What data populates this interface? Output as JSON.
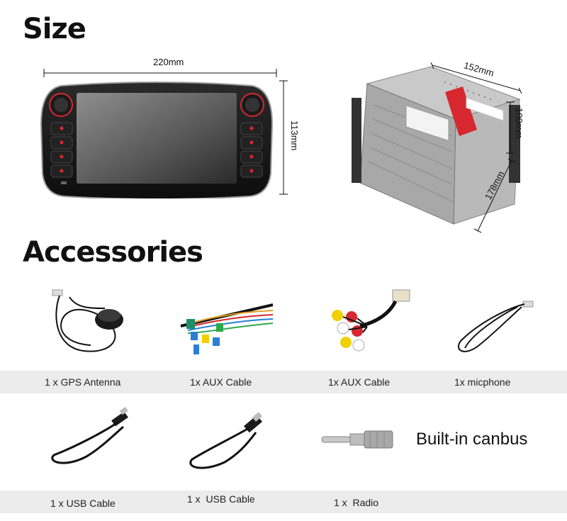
{
  "headings": {
    "size": "Size",
    "accessories": "Accessories"
  },
  "dimensions": {
    "width": "220mm",
    "height": "113mm",
    "depth": "152mm",
    "height_rear": "100mm",
    "length_rear": "178mm"
  },
  "accessories": [
    {
      "label": "1 x GPS Antenna",
      "icon": "gps-antenna-icon"
    },
    {
      "label": "1x AUX Cable",
      "icon": "wiring-harness-icon"
    },
    {
      "label": "1x AUX Cable",
      "icon": "rca-cable-icon"
    },
    {
      "label": "1x micphone",
      "icon": "microphone-icon"
    },
    {
      "label": "1 x USB Cable",
      "icon": "usb-cable-icon"
    },
    {
      "label": "1 x  USB Cable",
      "icon": "usb-cable-icon"
    },
    {
      "label": "1 x  Radio",
      "icon": "radio-adapter-icon"
    }
  ],
  "feature": {
    "canbus": "Built-in canbus"
  },
  "colors": {
    "band": "#ececec",
    "accent_red": "#d7282f"
  }
}
